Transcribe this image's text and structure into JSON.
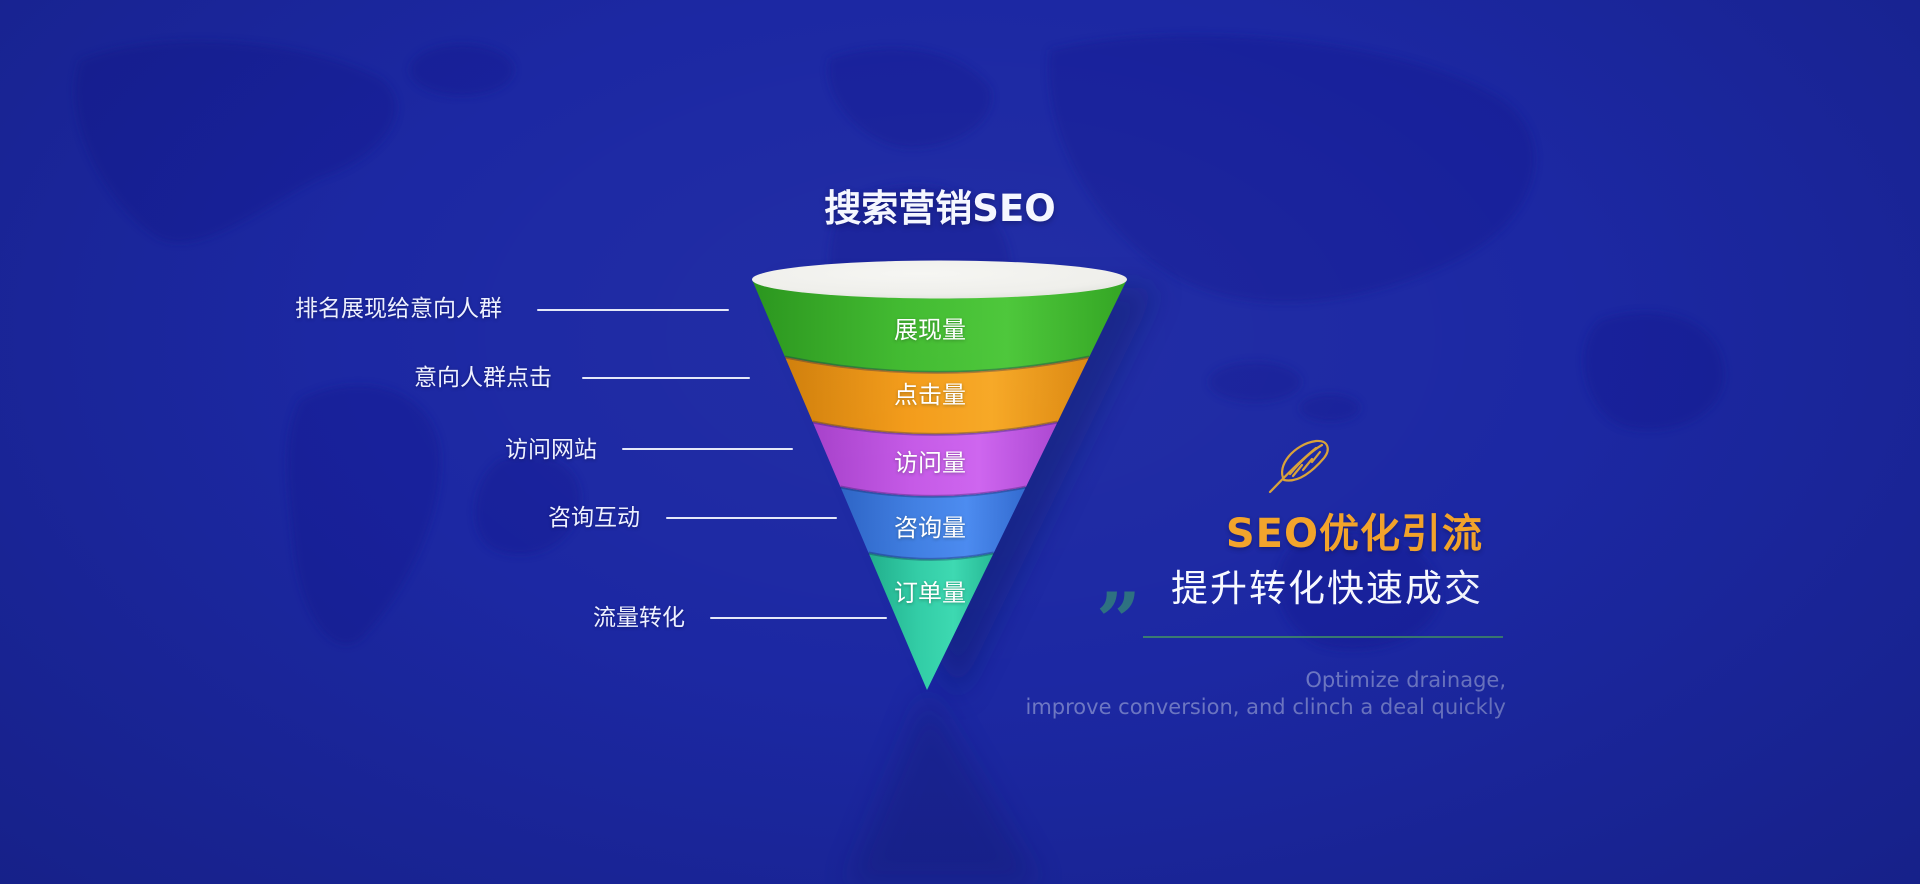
{
  "title": "搜索营销SEO",
  "background_color": "#1c28a3",
  "funnel": {
    "top_surface_color": "#efefeb",
    "layers": [
      {
        "label": "展现量",
        "color": "#3eb92c"
      },
      {
        "label": "点击量",
        "color": "#f39a16"
      },
      {
        "label": "访问量",
        "color": "#c457e6"
      },
      {
        "label": "咨询量",
        "color": "#3f7ee2"
      },
      {
        "label": "订单量",
        "color": "#32cda6"
      }
    ]
  },
  "annotations": [
    {
      "label": "排名展现给意向人群"
    },
    {
      "label": "意向人群点击"
    },
    {
      "label": "访问网站"
    },
    {
      "label": "咨询互动"
    },
    {
      "label": "流量转化"
    }
  ],
  "right_panel": {
    "icon": "feather-quill-icon",
    "icon_color": "#d9a238",
    "headline": "SEO优化引流",
    "headline_color": "#f2a32a",
    "subheadline": "提升转化快速成交",
    "quote_mark": "”",
    "quote_color": "#2d7080",
    "accent_line_color": "#3f8a68",
    "tagline_line1": "Optimize drainage,",
    "tagline_line2": "improve conversion, and clinch a deal quickly"
  }
}
